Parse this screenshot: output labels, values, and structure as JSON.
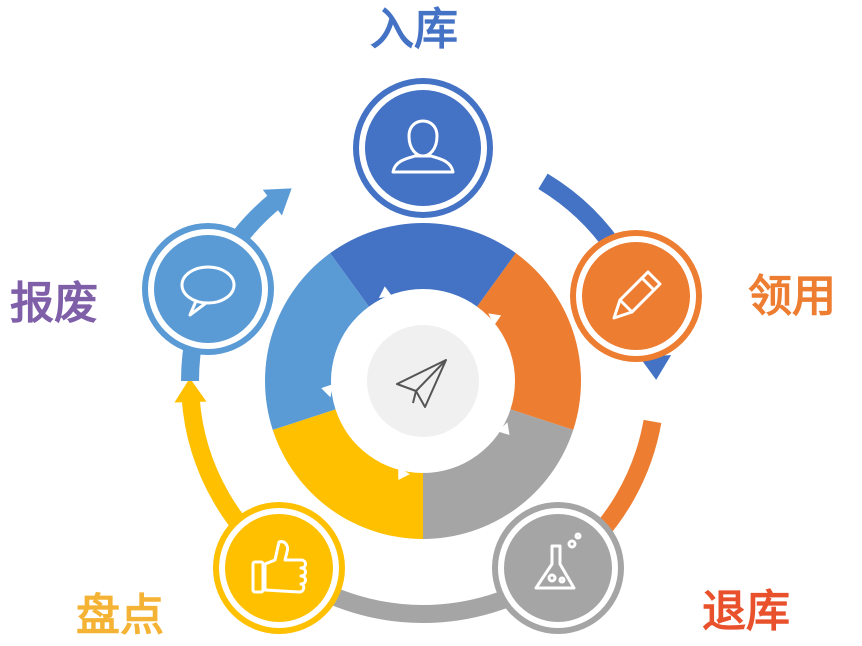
{
  "stages": [
    {
      "label": "入库",
      "color": "#4472C4",
      "icon": "user-icon"
    },
    {
      "label": "领用",
      "color": "#ED7D31",
      "icon": "pencil-icon"
    },
    {
      "label": "退库",
      "color": "#A5A5A5",
      "label_color": "#E8512B",
      "icon": "flask-icon"
    },
    {
      "label": "盘点",
      "color": "#FFC000",
      "label_color": "#F5B335",
      "icon": "thumbs-up-icon"
    },
    {
      "label": "报废",
      "color": "#5B9BD5",
      "label_color": "#7E5FA8",
      "icon": "chat-bubble-icon"
    }
  ],
  "center": {
    "icon": "paper-plane-icon"
  }
}
